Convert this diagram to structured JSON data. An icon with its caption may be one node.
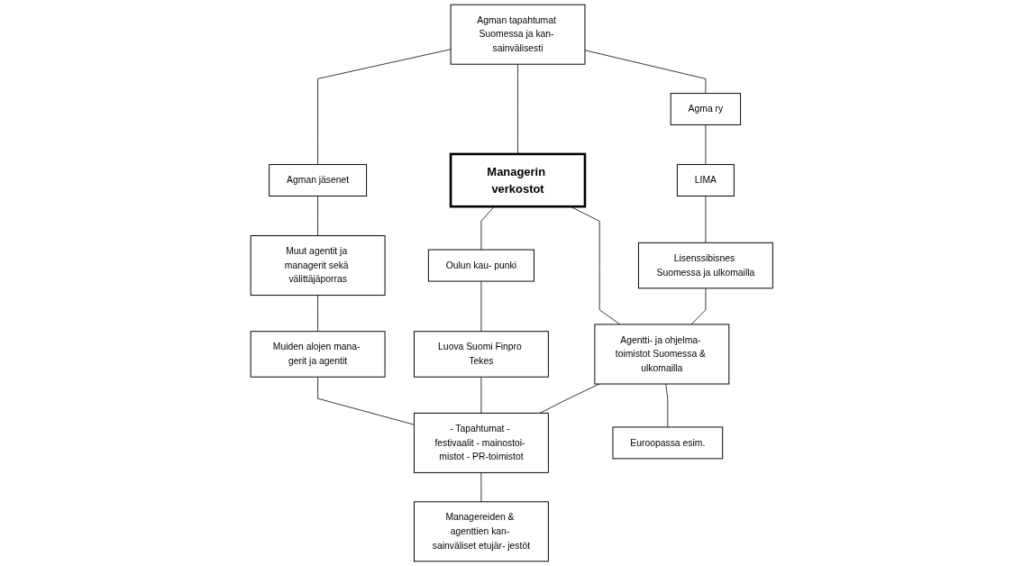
{
  "diagram": {
    "nodes": [
      {
        "text": [
          "Agma ry"
        ]
      },
      {
        "text": [
          "LIMA"
        ]
      },
      {
        "text": [
          "Lisenssibisnes Suomessa ja ulkomailla"
        ]
      },
      {
        "text": [
          "Agman tapahtumat Suomessa ja kan- sainvälisesti"
        ]
      },
      {
        "text": [
          "Managerin verkostot"
        ]
      },
      {
        "text": [
          "Agentti- ja ohjelma- toimistot Suomessa & ulkomailla"
        ]
      },
      {
        "text": [
          "Oulun kau- punki"
        ]
      },
      {
        "text": [
          "Agman jäsenet"
        ]
      },
      {
        "text": [
          "- Tapahtumat - festivaalit - mainostoi- mistot - PR-toimistot"
        ]
      },
      {
        "text": [
          "Euroopassa esim."
        ]
      },
      {
        "text": [
          "Luova Suomi Finpro Tekes"
        ]
      },
      {
        "text": [
          "Muut agentit ja managerit sekä välittäjäporras"
        ]
      },
      {
        "text": [
          "Muiden alojen mana- gerit ja agentit"
        ]
      },
      {
        "text": [
          "Managereiden & agenttien kan- sainväliset etujär- jestöt"
        ]
      }
    ],
    "edges": [
      {
        "from": 0,
        "to": 1,
        "arrow": "none"
      },
      {
        "from": 1,
        "to": 2,
        "arrow": "none"
      },
      {
        "from": 3,
        "to": 0,
        "arrow": "none"
      },
      {
        "from": 2,
        "to": 5,
        "arrow": "none"
      },
      {
        "from": 3,
        "to": 4,
        "arrow": "none"
      },
      {
        "from": 4,
        "to": 5,
        "arrow": "none"
      },
      {
        "from": 3,
        "to": 7,
        "arrow": "none"
      },
      {
        "from": 4,
        "to": 6,
        "arrow": "none"
      },
      {
        "from": 5,
        "to": 8,
        "arrow": "none"
      },
      {
        "from": 5,
        "to": 9,
        "arrow": "none"
      },
      {
        "from": 6,
        "to": 10,
        "arrow": "none"
      },
      {
        "from": 7,
        "to": 11,
        "arrow": "none"
      },
      {
        "from": 10,
        "to": 8,
        "arrow": "none"
      },
      {
        "from": 8,
        "to": 13,
        "arrow": "none"
      },
      {
        "from": 12,
        "to": 8,
        "arrow": "none"
      },
      {
        "from": 11,
        "to": 12,
        "arrow": "none"
      }
    ]
  }
}
